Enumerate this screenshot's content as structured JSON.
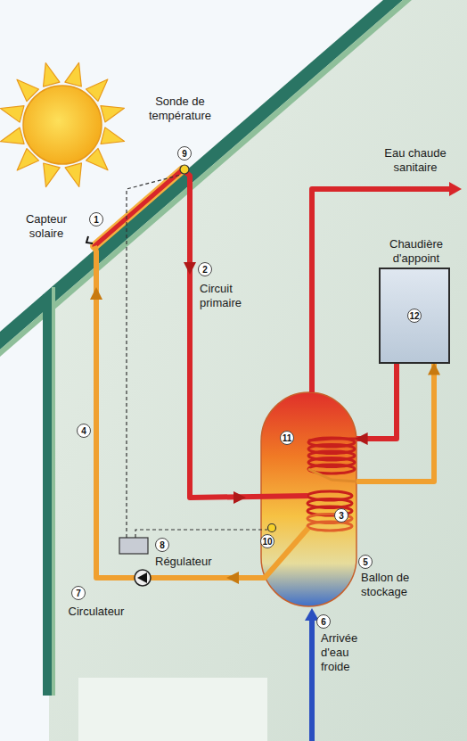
{
  "diagram": {
    "nodes": [
      {
        "text": [
          "Chaudière d'appoint",
          "12"
        ]
      },
      {
        "text": [
          "5",
          "Ballon de stockage"
        ]
      }
    ],
    "edges": [
      {
        "from": 0,
        "to": 1,
        "arrow": "to"
      },
      {
        "from": 1,
        "to": 0,
        "arrow": "to"
      }
    ],
    "labels": [
      "Sonde de température",
      "9",
      "Capteur solaire",
      "1",
      "Circuit primaire",
      "2",
      "4",
      "Eau chaude sanitaire",
      "Régulateur",
      "8",
      "Circulateur",
      "7",
      "11",
      "3",
      "10",
      "6",
      "Arrivée d'eau froide"
    ]
  }
}
